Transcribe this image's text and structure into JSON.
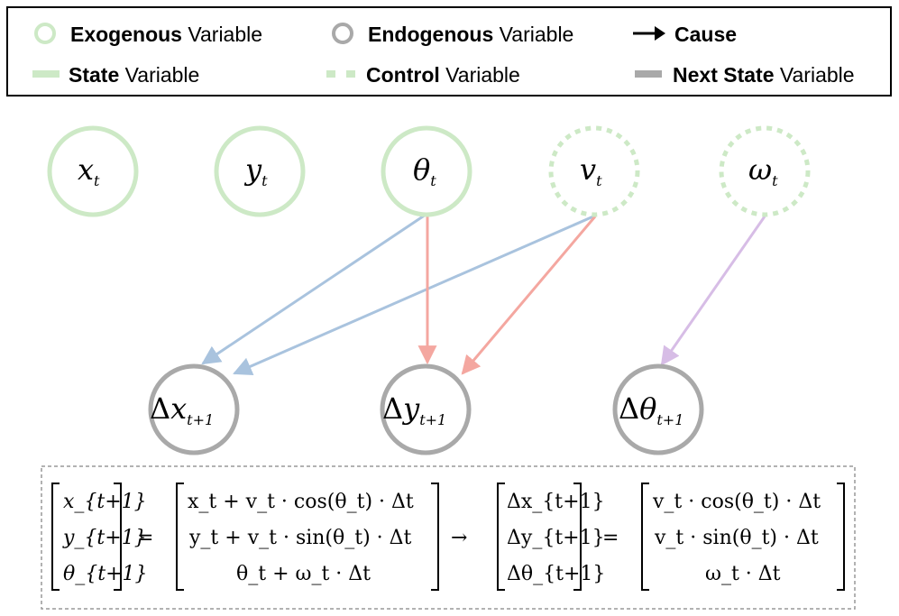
{
  "legend": {
    "exogenous": {
      "bold": "Exogenous",
      "rest": " Variable"
    },
    "endogenous": {
      "bold": "Endogenous",
      "rest": " Variable"
    },
    "cause": {
      "bold": "Cause"
    },
    "state": {
      "bold": "State",
      "rest": " Variable"
    },
    "control": {
      "bold": "Control",
      "rest": " Variable"
    },
    "next_state": {
      "bold": "Next State",
      "rest": " Variable"
    }
  },
  "colors": {
    "exogenous": "#cde9c6",
    "endogenous": "#a9a9a9",
    "edge_x": "#a9c3de",
    "edge_y": "#f4a7a0",
    "edge_theta": "#d7bde6"
  },
  "nodes": {
    "x_t": {
      "base": "x",
      "sub": "t"
    },
    "y_t": {
      "base": "y",
      "sub": "t"
    },
    "theta_t": {
      "base": "θ",
      "sub": "t"
    },
    "v_t": {
      "base": "v",
      "sub": "t"
    },
    "omega_t": {
      "base": "ω",
      "sub": "t"
    },
    "dx": {
      "delta": "Δ",
      "base": "x",
      "sub": "t+1"
    },
    "dy": {
      "delta": "Δ",
      "base": "y",
      "sub": "t+1"
    },
    "dtheta": {
      "delta": "Δ",
      "base": "θ",
      "sub": "t+1"
    }
  },
  "equation": {
    "lhs": [
      "x_{t+1}",
      "y_{t+1}",
      "θ_{t+1}"
    ],
    "rhs1": [
      "x_t + v_t · cos(θ_t) · Δt",
      "y_t + v_t · sin(θ_t) · Δt",
      "θ_t + ω_t · Δt"
    ],
    "rhs2_lhs": [
      "Δx_{t+1}",
      "Δy_{t+1}",
      "Δθ_{t+1}"
    ],
    "rhs2": [
      "v_t · cos(θ_t) · Δt",
      "v_t · sin(θ_t) · Δt",
      "ω_t · Δt"
    ],
    "equals": "=",
    "arrow": "→"
  }
}
